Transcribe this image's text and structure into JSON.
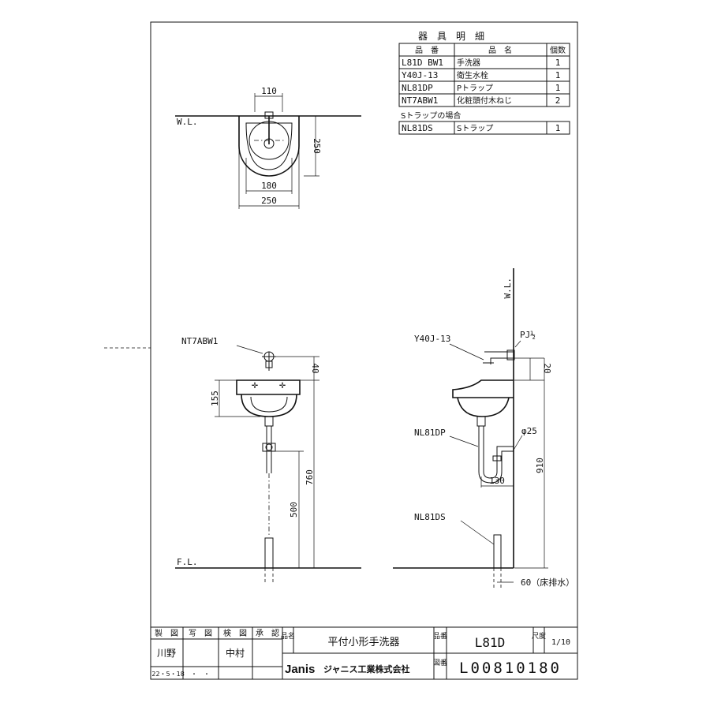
{
  "parts_table": {
    "title": "器　具　明　細",
    "headers": [
      "品　番",
      "品　名",
      "個数"
    ],
    "rows": [
      {
        "code": "L81D BW1",
        "name": "手洗器",
        "qty": "1"
      },
      {
        "code": "Y40J-13",
        "name": "衛生水栓",
        "qty": "1"
      },
      {
        "code": "NL81DP",
        "name": "Pトラップ",
        "qty": "1"
      },
      {
        "code": "NT7ABW1",
        "name": "化粧頭付木ねじ",
        "qty": "2"
      }
    ],
    "s_trap_note": "Sトラップの場合",
    "s_trap_row": {
      "code": "NL81DS",
      "name": "Sトラップ",
      "qty": "1"
    }
  },
  "plan_view": {
    "wl": "W.L.",
    "dim_top": "110",
    "dim_depth": "250",
    "dim_inner_width": "180",
    "dim_width": "250"
  },
  "front_view": {
    "screw_label": "NT7ABW1",
    "dim_40": "40",
    "dim_155": "155",
    "dim_760": "760",
    "dim_500": "500",
    "fl": "F.L."
  },
  "side_view": {
    "wl": "W.L.",
    "faucet_label": "Y40J-13",
    "pj_label": "PJ½",
    "dim_20": "20",
    "ptrap_label": "NL81DP",
    "dia_label": "φ25",
    "dim_130": "130",
    "dim_910": "910",
    "strap_label": "NL81DS",
    "dim_60": "60（床排水）"
  },
  "title_block": {
    "headers": [
      "製　図",
      "写　図",
      "検　図",
      "承　認"
    ],
    "drafter": "川野",
    "checker": "中村",
    "date": "'22・5・18",
    "date_blank": "・　・",
    "name_label": "品名",
    "product_name": "平付小形手洗器",
    "number_label": "品番",
    "product_number": "L81D",
    "scale_label": "尺度",
    "scale_value": "1/10",
    "company_logo": "Janis",
    "company_name": "ジャニス工業株式会社",
    "drawing_label": "図番",
    "drawing_number": "L00810180"
  }
}
